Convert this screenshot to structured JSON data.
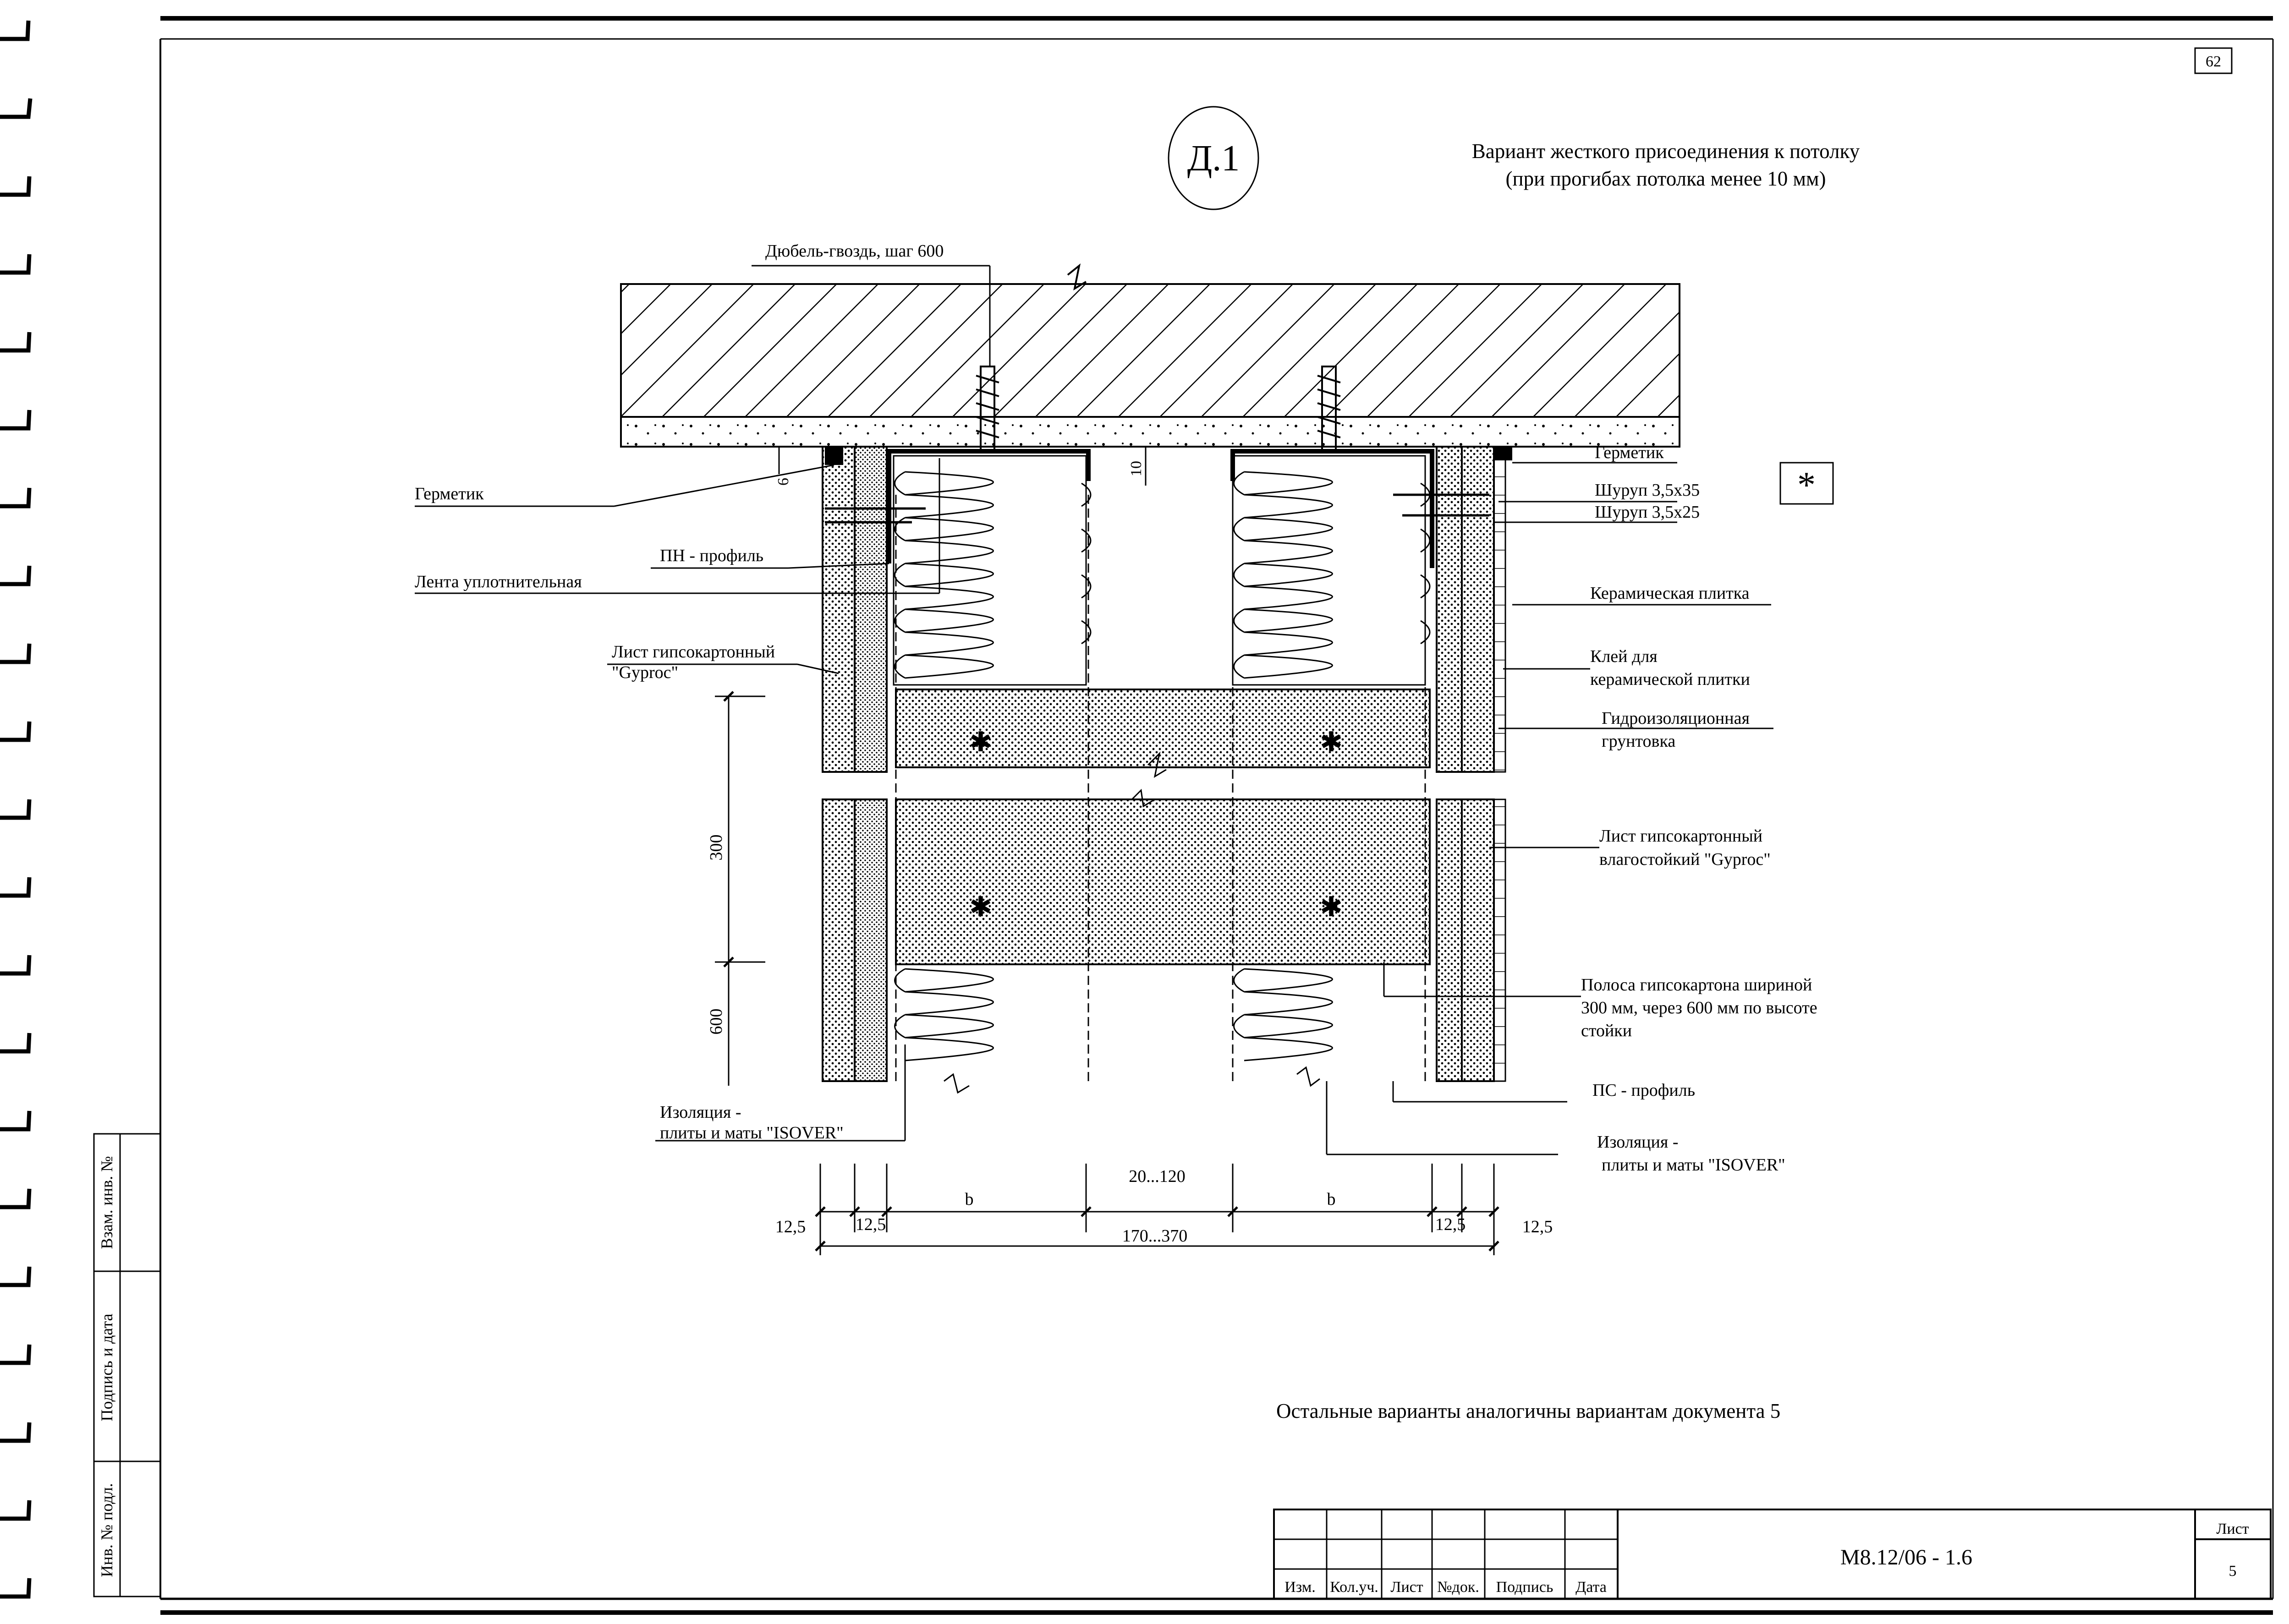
{
  "sheet": {
    "page_number_top": "62",
    "detail_mark": "Д.1",
    "title_line1": "Вариант жесткого присоединения к потолку",
    "title_line2": "(при прогибах потолка менее 10 мм)",
    "star_box": "*",
    "footnote": "Остальные варианты аналогичны вариантам документа 5"
  },
  "callouts": {
    "dowel": "Дюбель-гвоздь, шаг 600",
    "sealant_left": "Герметик",
    "pn_profile": "ПН - профиль",
    "sealing_tape": "Лента уплотнительная",
    "gkl_line1": "Лист гипсокартонный",
    "gkl_line2": "\"Gyproc\"",
    "insulation_left_line1": "Изоляция -",
    "insulation_left_line2": "плиты и маты \"ISOVER\"",
    "sealant_right": "Герметик",
    "screw_35": "Шуруп 3,5х35",
    "screw_25": "Шуруп 3,5х25",
    "ceramic_tile": "Керамическая плитка",
    "tile_adhesive_line1": "Клей для",
    "tile_adhesive_line2": "керамической плитки",
    "waterproof_line1": "Гидроизоляционная",
    "waterproof_line2": "грунтовка",
    "gkl_moist_line1": "Лист гипсокартонный",
    "gkl_moist_line2": "влагостойкий  \"Gyproc\"",
    "strip_line1": "Полоса гипсокартона шириной",
    "strip_line2": "300 мм, через 600 мм по высоте",
    "strip_line3": "стойки",
    "ps_profile": "ПС - профиль",
    "insulation_right_line1": "Изоляция -",
    "insulation_right_line2": "плиты и маты \"ISOVER\""
  },
  "dimensions": {
    "gap_6": "6",
    "gap_10": "10",
    "v_300": "300",
    "v_600": "600",
    "gap_20_120": "20...120",
    "b_left": "b",
    "b_right": "b",
    "d12_5_outer_left": "12,5",
    "d12_5_inner_left": "12,5",
    "d12_5_inner_right": "12,5",
    "d12_5_outer_right": "12,5",
    "total": "170...370"
  },
  "side_stamp": {
    "vzam": "Взам. инв. №",
    "podpis": "Подпись и дата",
    "inv": "Инв. № подл."
  },
  "title_block": {
    "headers": [
      "Изм.",
      "Кол.уч.",
      "Лист",
      "№док.",
      "Подпись",
      "Дата"
    ],
    "cipher": "М8.12/06 - 1.6",
    "sheet_label": "Лист",
    "sheet_number": "5"
  }
}
